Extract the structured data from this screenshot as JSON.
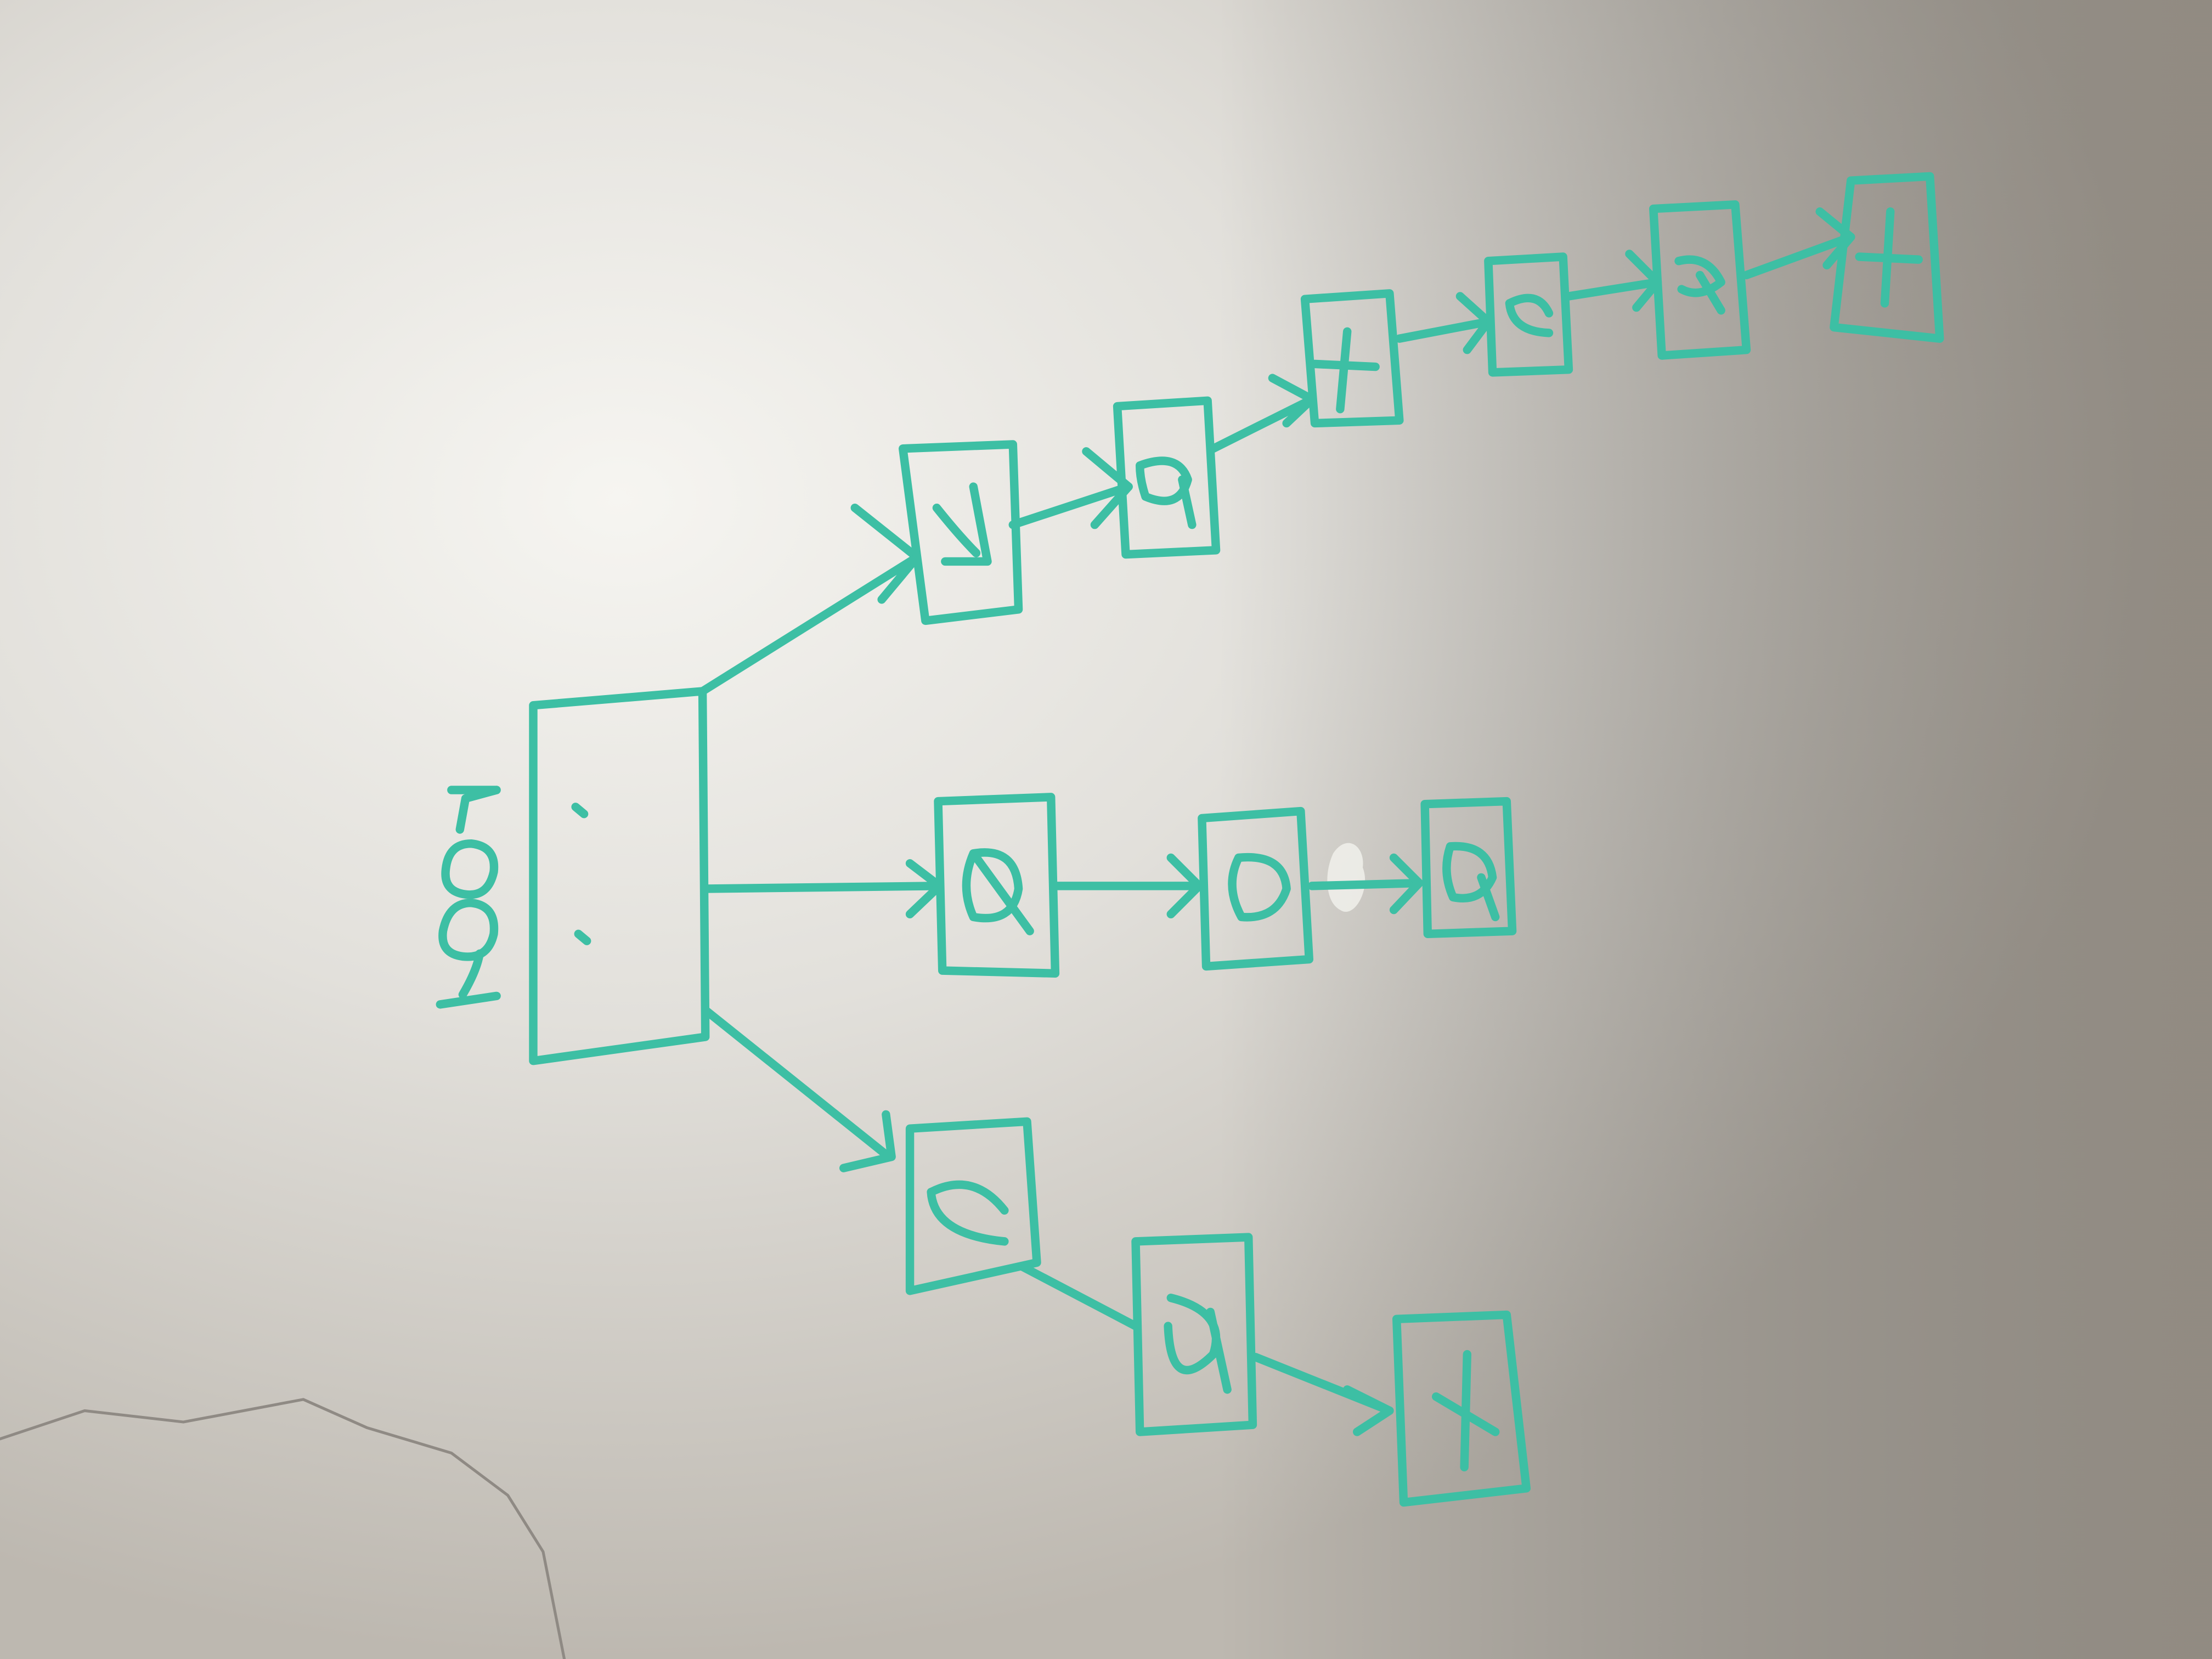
{
  "photo": {
    "subject": "whiteboard",
    "ink_color": "#3dbfa4",
    "board_colors": {
      "highlight": "#f1f0ec",
      "mid": "#dcdad4",
      "shadow": "#b3aea6"
    }
  },
  "tree": {
    "root": {
      "label": "root"
    },
    "branches": [
      {
        "nodes": [
          "c",
          "a",
          "t"
        ]
      },
      {
        "nodes": [
          "d",
          "o",
          "g"
        ]
      },
      {
        "nodes": [
          "h",
          "a",
          "t",
          "c",
          "h",
          "t"
        ]
      }
    ]
  }
}
